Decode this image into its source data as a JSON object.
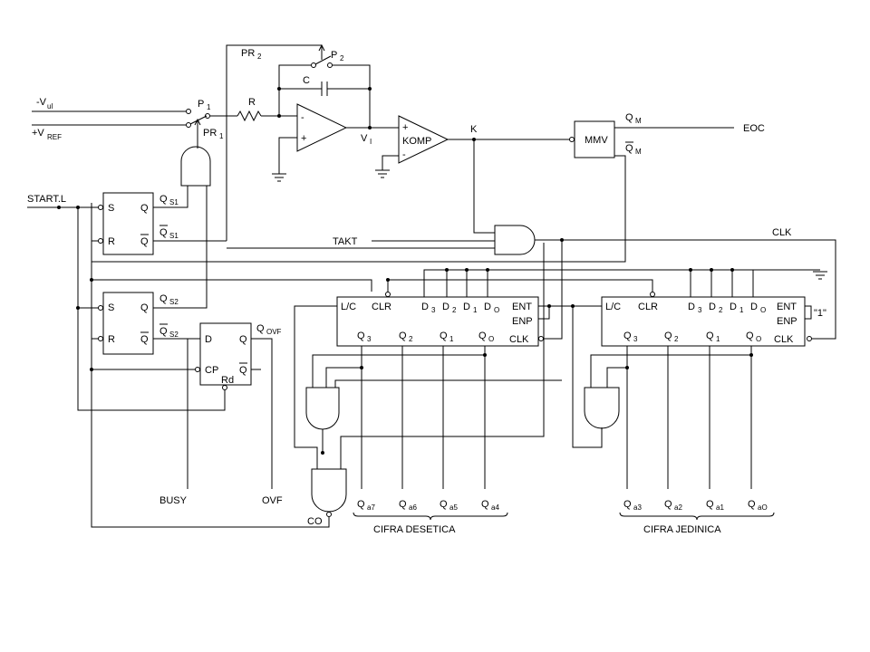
{
  "signals": {
    "vul": "-V",
    "vul_sub": "ul",
    "vref": "+V",
    "vref_sub": "REF",
    "start": "START.L",
    "takt": "TAKT",
    "clk": "CLK",
    "eoc": "EOC",
    "busy": "BUSY",
    "ovf": "OVF",
    "co": "CO",
    "k": "K",
    "vi": "V",
    "vi_sub": "I",
    "one": "\"1\""
  },
  "switches": {
    "p1": "P",
    "p1_sub": "1",
    "p2": "P",
    "p2_sub": "2",
    "pr1": "PR",
    "pr1_sub": "1",
    "pr2": "PR",
    "pr2_sub": "2"
  },
  "components": {
    "r": "R",
    "c": "C",
    "komp": "KOMP",
    "mmv": "MMV",
    "plus": "+",
    "minus": "-"
  },
  "flipflops": {
    "s": "S",
    "r": "R",
    "q": "Q",
    "qs1": "Q",
    "qs1_sub": "S1",
    "qs2": "Q",
    "qs2_sub": "S2",
    "d": "D",
    "cp": "CP",
    "rd": "Rd",
    "qovf": "Q",
    "qovf_sub": "OVF"
  },
  "mmv_outputs": {
    "qm": "Q",
    "qm_sub": "M"
  },
  "counter": {
    "lc": "L/C",
    "clr": "CLR",
    "ent": "ENT",
    "enp": "ENP",
    "clk": "CLK",
    "d3": "D",
    "d3_sub": "3",
    "d2": "D",
    "d2_sub": "2",
    "d1": "D",
    "d1_sub": "1",
    "d0": "D",
    "d0_sub": "O",
    "q3": "Q",
    "q3_sub": "3",
    "q2": "Q",
    "q2_sub": "2",
    "q1": "Q",
    "q1_sub": "1",
    "q0": "Q",
    "q0_sub": "O"
  },
  "outputs": {
    "qa7": "Q",
    "qa7_sub": "a7",
    "qa6": "Q",
    "qa6_sub": "a6",
    "qa5": "Q",
    "qa5_sub": "a5",
    "qa4": "Q",
    "qa4_sub": "a4",
    "qa3": "Q",
    "qa3_sub": "a3",
    "qa2": "Q",
    "qa2_sub": "a2",
    "qa1": "Q",
    "qa1_sub": "a1",
    "qa0": "Q",
    "qa0_sub": "aO",
    "cifra_desetica": "CIFRA DESETICA",
    "cifra_jedinica": "CIFRA JEDINICA"
  }
}
